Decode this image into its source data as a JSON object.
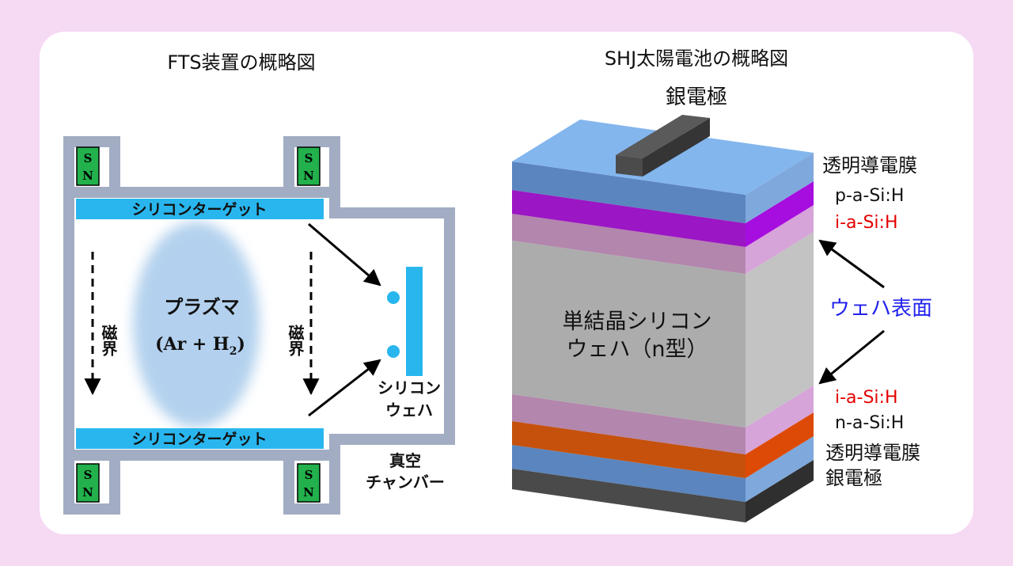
{
  "colors": {
    "background": "#f6d9f3",
    "card": "#ffffff",
    "chamber_wall": "#a2adc3",
    "target": "#29b6ee",
    "magnet": "#22b14c",
    "plasma": "#b3d1ee",
    "wafer": "#29b6ee",
    "tco": "#5b85be",
    "p_layer": "#9b16c4",
    "i_layer": "#b386ad",
    "n_wafer": "#acacac",
    "n_layer": "#c5510c",
    "silver": "#555555",
    "red_label": "#e40000",
    "blue_label": "#2222ee"
  },
  "fts": {
    "title": "FTS装置の概略図",
    "magnet_s": "S",
    "magnet_n": "N",
    "target_top": "シリコンターゲット",
    "target_bottom": "シリコンターゲット",
    "plasma_label": "プラズマ",
    "plasma_gas_open": "(Ar + H",
    "plasma_gas_sub": "2",
    "plasma_gas_close": ")",
    "field_label_left": "磁界",
    "field_label_right": "磁界",
    "wafer_label_line1": "シリコン",
    "wafer_label_line2": "ウェハ",
    "chamber_label_line1": "真空",
    "chamber_label_line2": "チャンバー"
  },
  "shj": {
    "title": "SHJ太陽電池の概略図",
    "top_electrode": "銀電極",
    "tco_top": "透明導電膜",
    "p_layer": "p-a-Si:H",
    "i_layer_top": "i-a-Si:H",
    "wafer_surface": "ウェハ表面",
    "wafer_line1": "単結晶シリコン",
    "wafer_line2": "ウェハ（n型）",
    "i_layer_bottom": "i-a-Si:H",
    "n_layer": "n-a-Si:H",
    "tco_bottom": "透明導電膜",
    "bottom_electrode": "銀電極"
  }
}
